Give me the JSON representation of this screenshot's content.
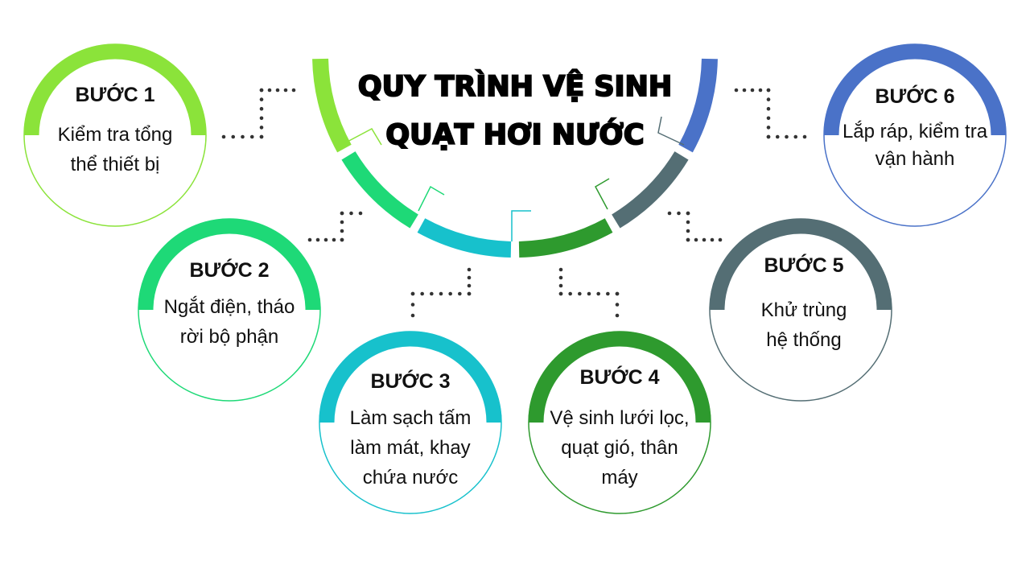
{
  "title": {
    "line1": "QUY TRÌNH VỆ SINH",
    "line2": "QUẠT HƠI NƯỚC"
  },
  "steps": [
    {
      "title": "BƯỚC 1",
      "lines": [
        "Kiểm tra tổng",
        "thể thiết bị"
      ],
      "color": "#8be33a"
    },
    {
      "title": "BƯỚC 2",
      "lines": [
        "Ngắt điện, tháo",
        "rời bộ phận"
      ],
      "color": "#1ed977"
    },
    {
      "title": "BƯỚC 3",
      "lines": [
        "Làm sạch tấm",
        "làm mát, khay",
        "chứa nước"
      ],
      "color": "#17c1cc"
    },
    {
      "title": "BƯỚC 4",
      "lines": [
        "Vệ sinh lưới lọc,",
        "quạt gió, thân",
        "máy"
      ],
      "color": "#2e9a2e"
    },
    {
      "title": "BƯỚC 5",
      "lines": [
        "Khử trùng",
        "hệ thống"
      ],
      "color": "#546e74"
    },
    {
      "title": "BƯỚC 6",
      "lines": [
        "Lắp ráp, kiểm tra",
        "vận hành"
      ],
      "color": "#4a72c8"
    }
  ]
}
